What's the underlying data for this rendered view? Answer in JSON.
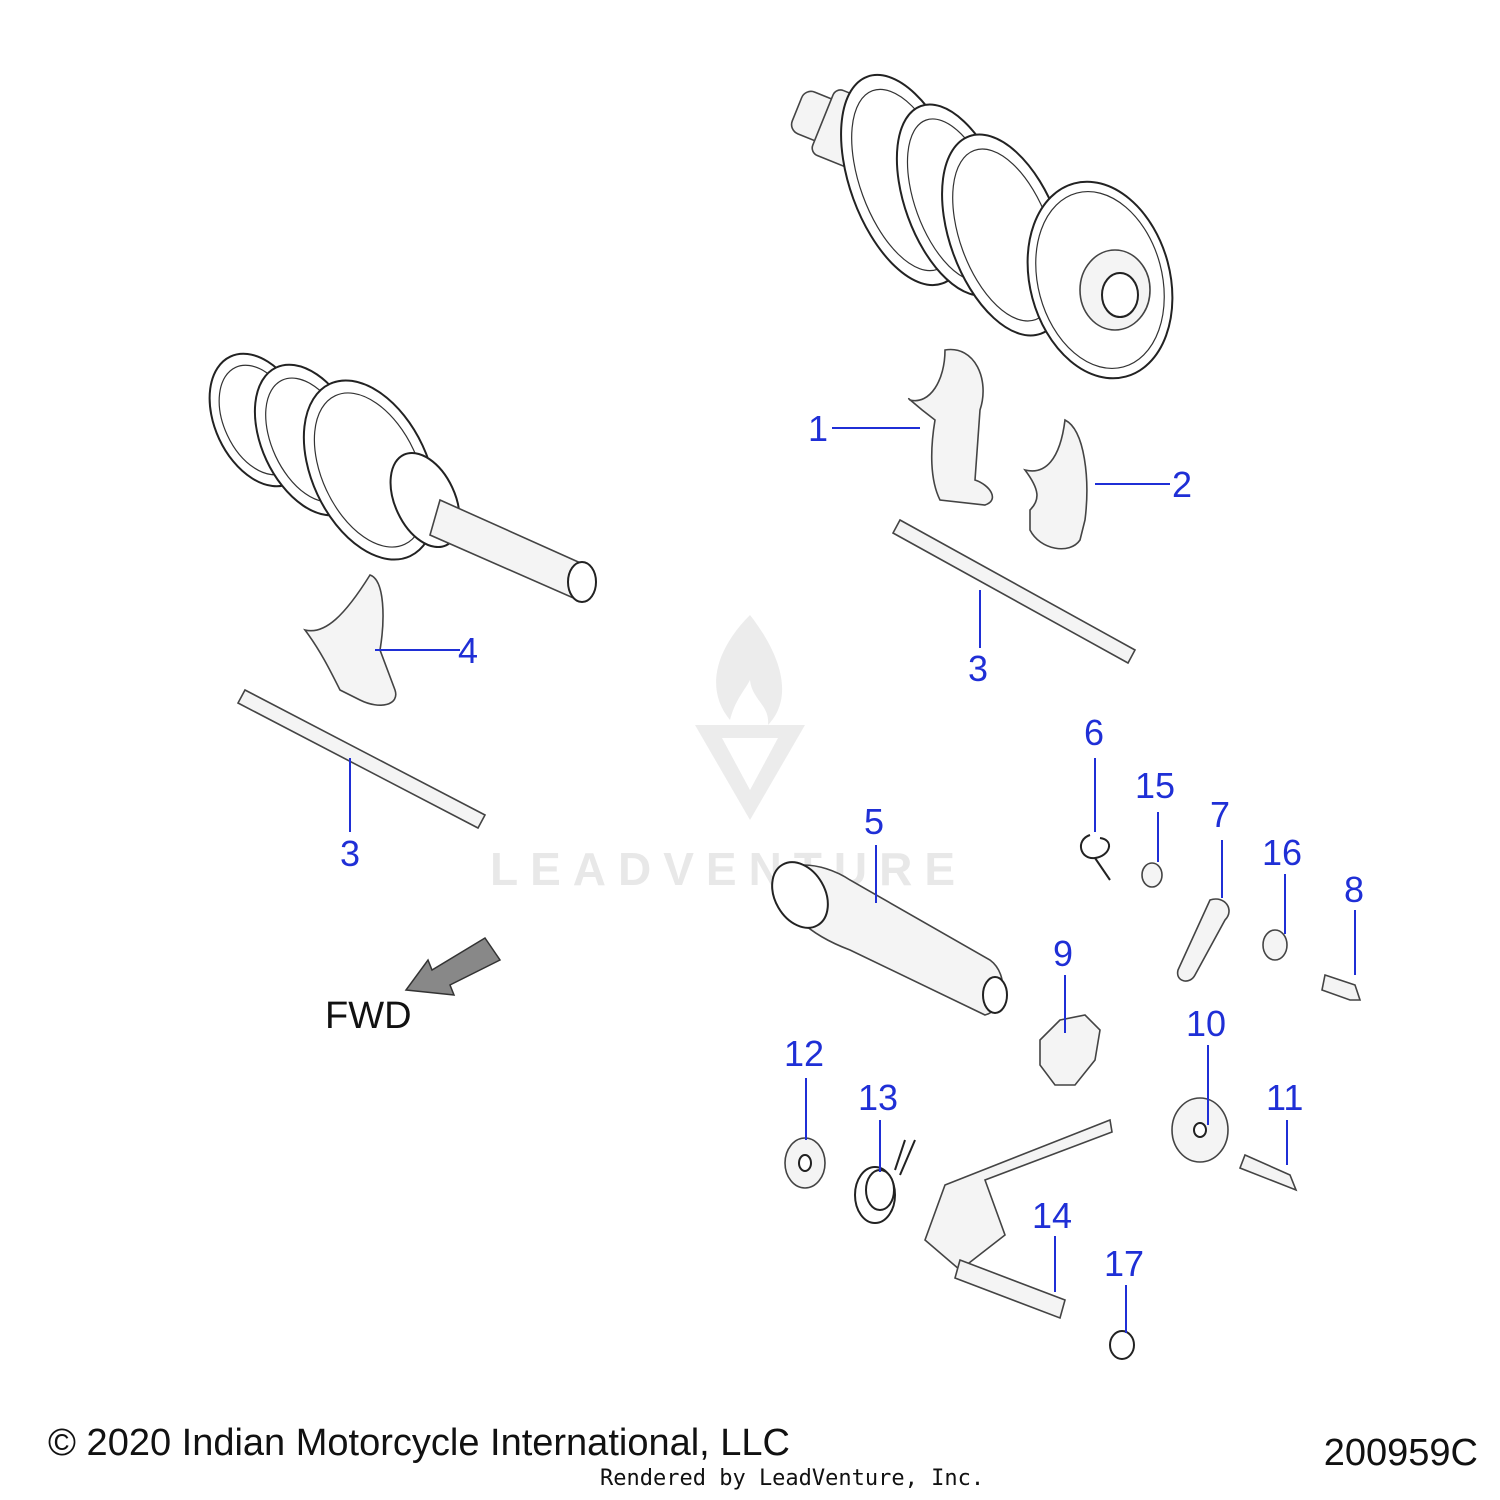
{
  "watermark": {
    "text": "LEADVENTURE"
  },
  "direction_label": "FWD",
  "callouts": {
    "c1": "1",
    "c2": "2",
    "c3a": "3",
    "c3b": "3",
    "c4": "4",
    "c5": "5",
    "c6": "6",
    "c7": "7",
    "c8": "8",
    "c9": "9",
    "c10": "10",
    "c11": "11",
    "c12": "12",
    "c13": "13",
    "c14": "14",
    "c15": "15",
    "c16": "16",
    "c17": "17"
  },
  "footer": {
    "copyright": "© 2020 Indian Motorcycle International, LLC",
    "rendered_by": "Rendered by LeadVenture, Inc.",
    "diagram_code": "200959C"
  }
}
